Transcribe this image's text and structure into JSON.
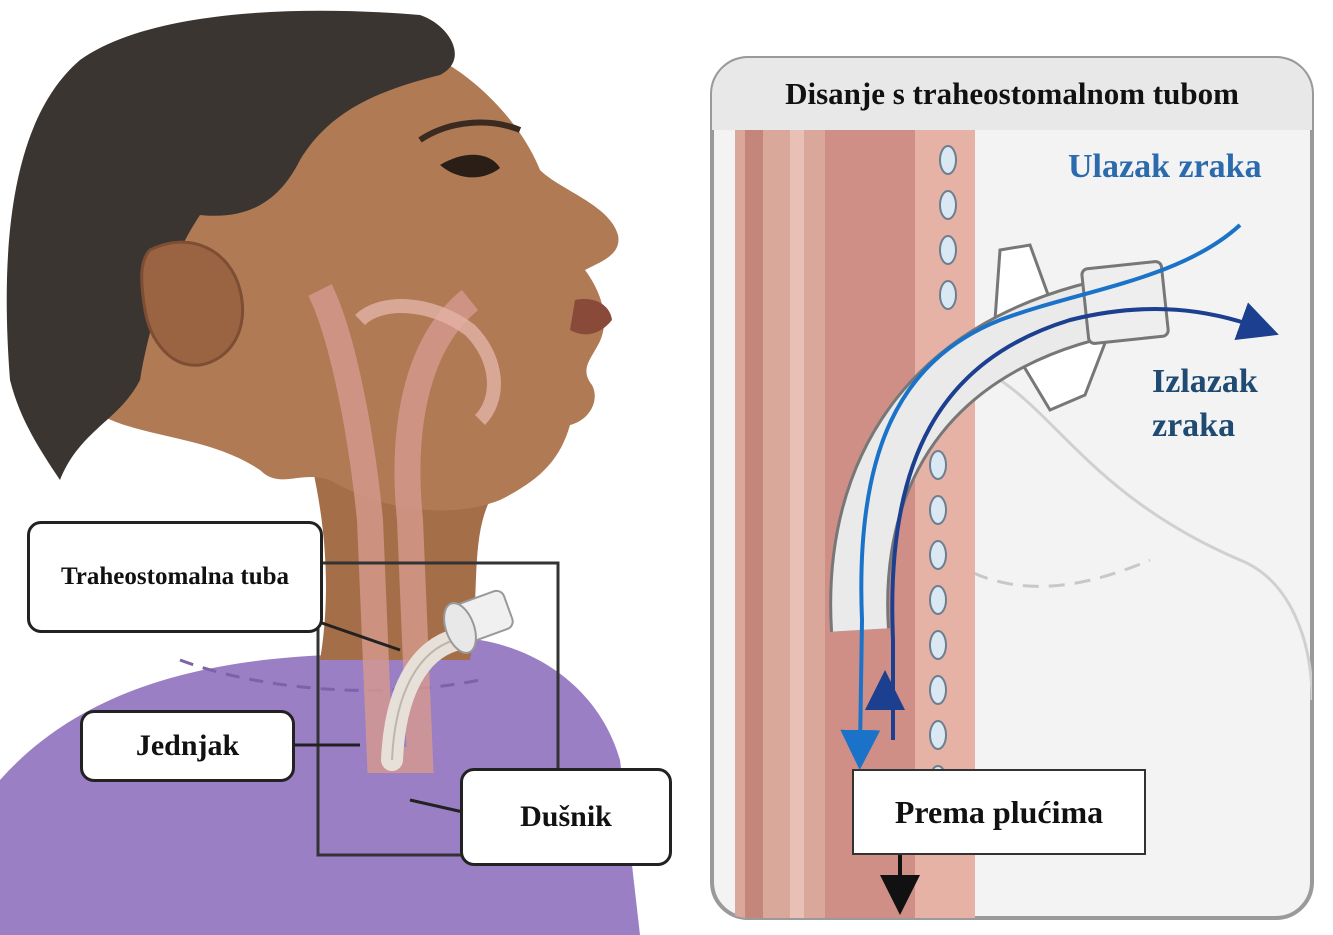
{
  "left_illustration": {
    "callouts": {
      "tracheostomy_tube": "Traheostomalna tuba",
      "esophagus": "Jednjak",
      "trachea": "Dušnik"
    }
  },
  "detail_panel": {
    "title": "Disanje s traheostomalnom tubom",
    "air_in": "Ulazak zraka",
    "air_out": "Izlazak zraka",
    "to_lungs": "Prema plućima"
  },
  "colors": {
    "air_in": "#1a73c8",
    "air_out": "#1c3f8f",
    "label_air_in": "#2a6aad",
    "label_air_out": "#1f4a72",
    "shirt": "#9a7fc4",
    "skin": "#b07a55",
    "tissue": "#d4938a"
  }
}
